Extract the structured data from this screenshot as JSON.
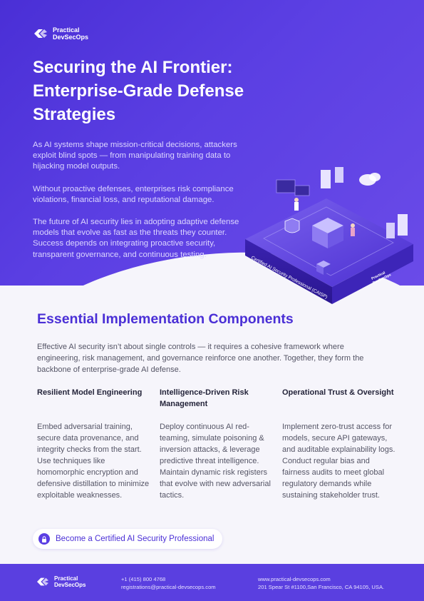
{
  "brand": {
    "line1": "Practical",
    "line2": "DevSecOps"
  },
  "hero": {
    "title": "Securing the AI Frontier: Enterprise-Grade Defense Strategies",
    "paragraphs": [
      "As AI systems shape mission-critical decisions, attackers exploit blind spots — from manipulating training data to hijacking model outputs.",
      "Without proactive defenses, enterprises risk compliance violations, financial loss, and reputational damage.",
      "The future of AI security lies in adopting adaptive defense models that evolve as fast as the threats they counter. Success depends on integrating proactive security, transparent governance, and continuous testing."
    ],
    "platform_label": "Certified AI Security Professional (CAISP)",
    "platform_brand": {
      "line1": "Practical",
      "line2": "DevSecOps"
    }
  },
  "section": {
    "title": "Essential Implementation Components",
    "lead": "Effective AI security isn’t about single controls — it requires a cohesive framework where engineering, risk management, and governance reinforce one another. Together, they form the backbone of enterprise-grade AI defense.",
    "columns": [
      {
        "heading": "Resilient Model Engineering",
        "body": "Embed adversarial training, secure data provenance, and integrity checks from the start. Use techniques like homomorphic encryption and defensive distillation to minimize exploitable weaknesses."
      },
      {
        "heading": "Intelligence-Driven Risk Management",
        "body": "Deploy continuous AI red-teaming, simulate poisoning & inversion attacks, & leverage predictive threat intelligence. Maintain dynamic risk registers that evolve with new adversarial tactics."
      },
      {
        "heading": "Operational Trust & Oversight",
        "body": "Implement zero-trust access for models, secure API gateways, and auditable explainability logs. Conduct regular bias and fairness audits to meet global regulatory demands while sustaining stakeholder trust."
      }
    ]
  },
  "cta": {
    "label": "Become a Certified AI Security Professional",
    "icon": "lock-icon"
  },
  "footer": {
    "phone": "+1 (415) 800 4768",
    "email": "registrations@practical-devsecops.com",
    "website": "www.practical-devsecops.com",
    "address": "201 Spear St #1100,San Francisco, CA 94105, USA."
  },
  "colors": {
    "primary": "#4a2fd6",
    "accent": "#5b3fe3",
    "footer": "#5a3fe0",
    "background": "#f6f5fb"
  }
}
